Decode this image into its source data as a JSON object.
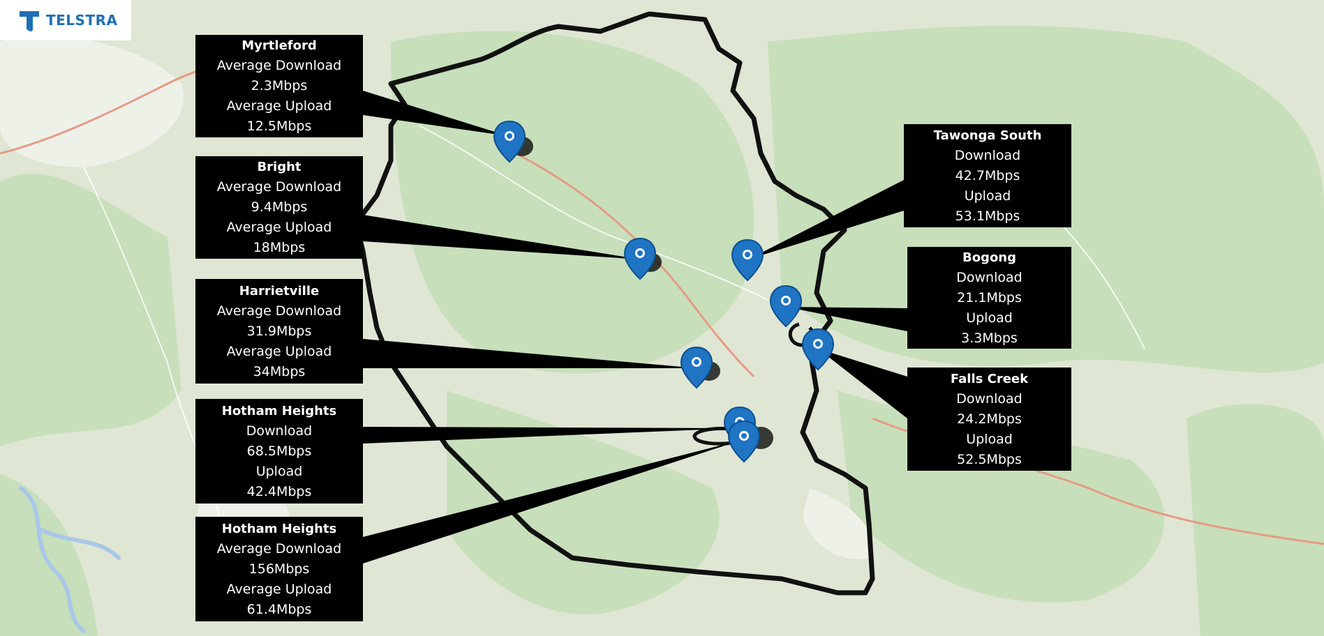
{
  "brand": {
    "logo_name": "TELSTRA",
    "logo_color": "#1f6fb3"
  },
  "colors": {
    "pin": "#1f74c4",
    "callout_bg": "#000000",
    "callout_text": "#ffffff",
    "boundary": "#111111",
    "land": "#dfe6d4",
    "forest": "#c3dcb6",
    "water": "#a9c8e8"
  },
  "icons": [
    "location-pin-icon",
    "telstra-logo-icon"
  ],
  "callouts": {
    "myrtleford": {
      "place": "Myrtleford",
      "l1": "Average Download",
      "v1": "2.3Mbps",
      "l2": "Average Upload",
      "v2": "12.5Mbps"
    },
    "bright": {
      "place": "Bright",
      "l1": "Average Download",
      "v1": "9.4Mbps",
      "l2": "Average Upload",
      "v2": "18Mbps"
    },
    "harrietville": {
      "place": "Harrietville",
      "l1": "Average Download",
      "v1": "31.9Mbps",
      "l2": "Average Upload",
      "v2": "34Mbps"
    },
    "hotham1": {
      "place": "Hotham Heights",
      "l1": "Download",
      "v1": "68.5Mbps",
      "l2": "Upload",
      "v2": "42.4Mbps"
    },
    "hotham2": {
      "place": "Hotham Heights",
      "l1": "Average Download",
      "v1": "156Mbps",
      "l2": "Average Upload",
      "v2": "61.4Mbps"
    },
    "tawonga": {
      "place": "Tawonga South",
      "l1": "Download",
      "v1": "42.7Mbps",
      "l2": "Upload",
      "v2": "53.1Mbps"
    },
    "bogong": {
      "place": "Bogong",
      "l1": "Download",
      "v1": "21.1Mbps",
      "l2": "Upload",
      "v2": "3.3Mbps"
    },
    "falls": {
      "place": "Falls Creek",
      "l1": "Download",
      "v1": "24.2Mbps",
      "l2": "Upload",
      "v2": "52.5Mbps"
    }
  }
}
